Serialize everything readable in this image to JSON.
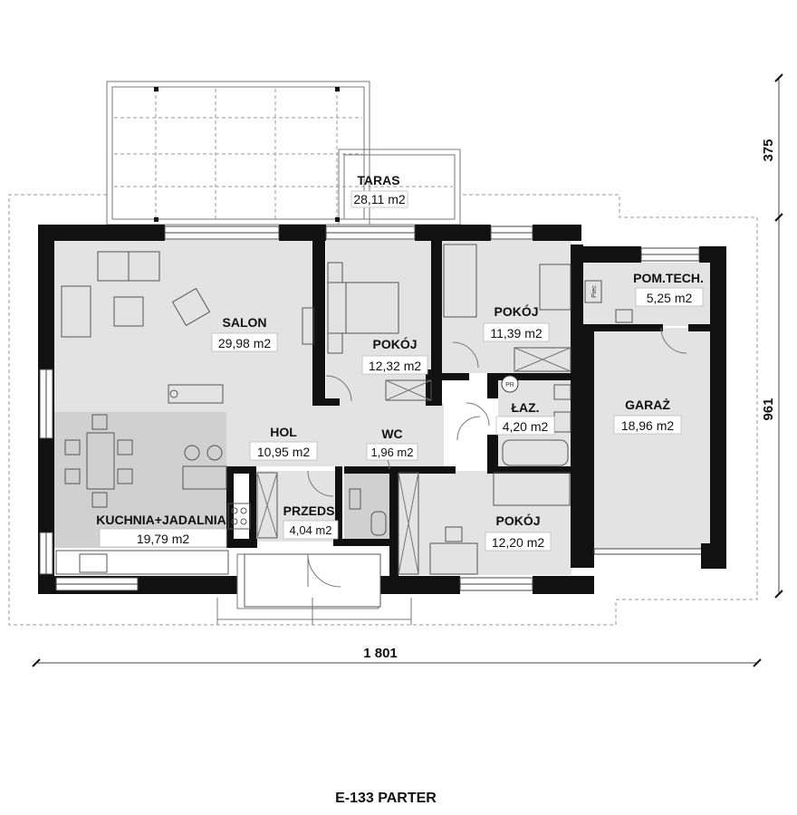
{
  "plan": {
    "caption": "E-133 PARTER",
    "dimensions": {
      "width": "1 801",
      "height": "961",
      "terrace_depth": "375"
    },
    "rooms": {
      "taras": {
        "name": "TARAS",
        "area": "28,11 m2"
      },
      "salon": {
        "name": "SALON",
        "area": "29,98 m2"
      },
      "pokoj1": {
        "name": "POKÓJ",
        "area": "12,32 m2"
      },
      "pokoj2": {
        "name": "POKÓJ",
        "area": "11,39 m2"
      },
      "pomtech": {
        "name": "POM.TECH.",
        "area": "5,25 m2"
      },
      "laz": {
        "name": "ŁAZ.",
        "area": "4,20 m2"
      },
      "garaz": {
        "name": "GARAŻ",
        "area": "18,96 m2"
      },
      "hol": {
        "name": "HOL",
        "area": "10,95 m2"
      },
      "wc": {
        "name": "WC",
        "area": "1,96 m2"
      },
      "przeds": {
        "name": "PRZEDS.",
        "area": "4,04 m2"
      },
      "kuchnia": {
        "name": "KUCHNIA+JADALNIA",
        "area": "19,79 m2"
      },
      "pokoj3": {
        "name": "POKÓJ",
        "area": "12,20 m2"
      }
    },
    "symbols": {
      "pr": "PR",
      "piec": "Piec"
    }
  }
}
